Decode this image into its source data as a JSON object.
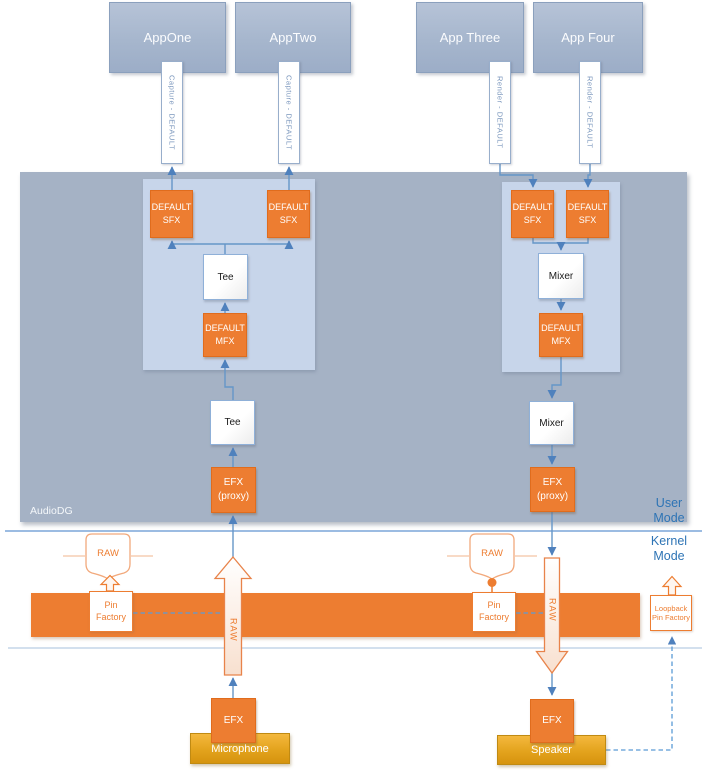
{
  "diagram": {
    "apps": [
      {
        "label": "AppOne"
      },
      {
        "label": "AppTwo"
      },
      {
        "label": "App Three"
      },
      {
        "label": "App Four"
      }
    ],
    "streams": [
      {
        "label": "Capture - DEFAULT"
      },
      {
        "label": "Capture - DEFAULT"
      },
      {
        "label": "Render - DEFAULT"
      },
      {
        "label": "Render - DEFAULT"
      }
    ],
    "audiodg": {
      "label": "AudioDG"
    },
    "modes": {
      "user": "User Mode",
      "kernel": "Kernel Mode"
    },
    "boxes": {
      "default_sfx": "DEFAULT SFX",
      "default_mfx": "DEFAULT MFX",
      "tee": "Tee",
      "mixer": "Mixer",
      "efx_proxy": "EFX (proxy)",
      "efx": "EFX"
    },
    "kernel_items": {
      "raw_pin": "RAW",
      "pin_factory": "Pin Factory",
      "loopback_pin_factory": "Loopback Pin Factory",
      "raw_arrow": "RAW"
    },
    "devices": {
      "microphone": "Microphone",
      "speaker": "Speaker"
    },
    "colors": {
      "orange": "#ed7d31",
      "connector_blue": "#4f81bd",
      "mode_text_blue": "#2e74b5",
      "audiodg_fill": "#a5b2c5",
      "subpanel_fill": "#c7d5ea",
      "app_fill": "#a6b6cd",
      "device_gold": "#e3a31d"
    }
  }
}
